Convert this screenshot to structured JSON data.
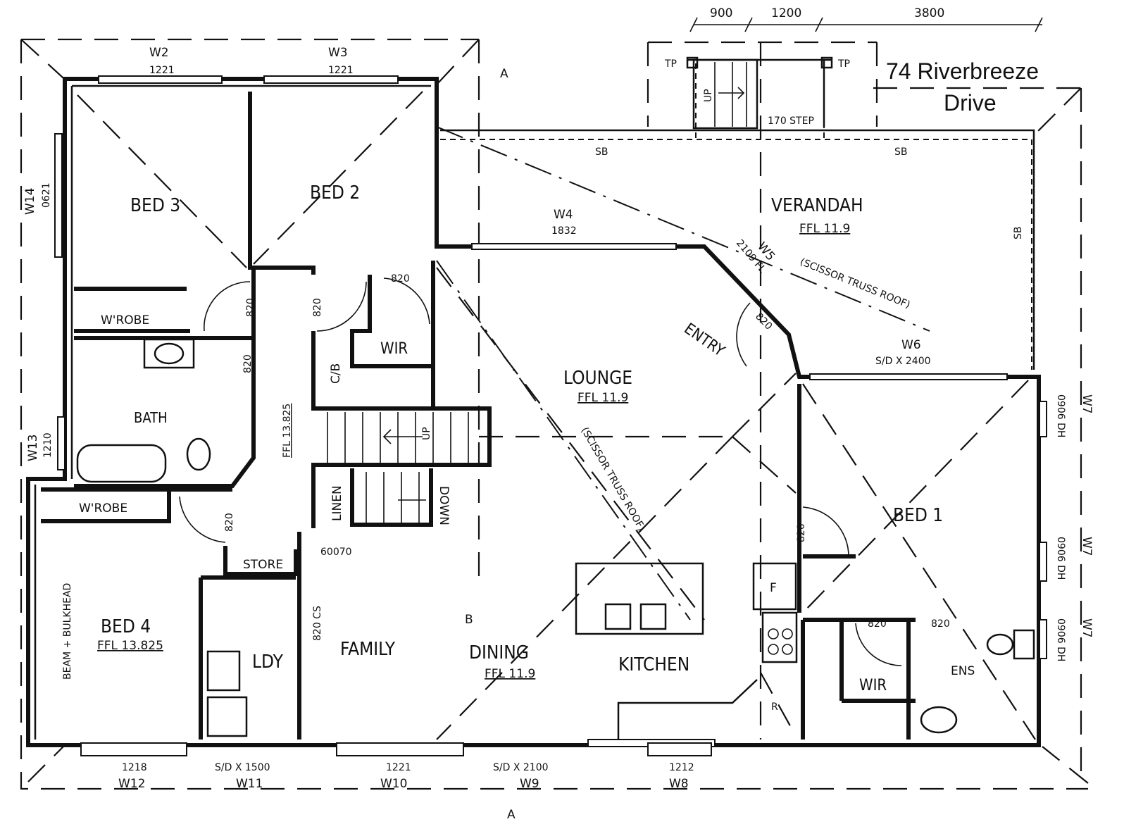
{
  "title": {
    "line1": "74 Riverbreeze",
    "line2": "Drive"
  },
  "dimensions": [
    "900",
    "1200",
    "3800"
  ],
  "rooms": {
    "bed3": "BED 3",
    "bed2": "BED 2",
    "bed1": "BED 1",
    "bed4": "BED 4",
    "bed4_ffl": "FFL 13.825",
    "bath": "BATH",
    "wrobe_top": "W'ROBE",
    "wrobe_bed4": "W'ROBE",
    "wir_top": "WIR",
    "wir_bed1": "WIR",
    "ens": "ENS",
    "lounge": "LOUNGE",
    "lounge_ffl": "FFL 11.9",
    "entry": "ENTRY",
    "verandah": "VERANDAH",
    "verandah_ffl": "FFL 11.9",
    "family": "FAMILY",
    "dining": "DINING",
    "dining_ffl": "FFL 11.9",
    "kitchen": "KITCHEN",
    "ldy": "LDY",
    "store": "STORE",
    "linen": "LINEN",
    "cb": "C/B",
    "hall_ffl": "FFL 13.825"
  },
  "windows": {
    "w2": {
      "id": "W2",
      "size": "1221"
    },
    "w3": {
      "id": "W3",
      "size": "1221"
    },
    "w4": {
      "id": "W4",
      "size": "1832"
    },
    "w5": {
      "id": "W5",
      "size": "2109 FL"
    },
    "w6": {
      "id": "W6",
      "size": "S/D X 2400"
    },
    "w7a": {
      "id": "W7",
      "size": "0906 DH"
    },
    "w7b": {
      "id": "W7",
      "size": "0906 DH"
    },
    "w7c": {
      "id": "W7",
      "size": "0906 DH"
    },
    "w8": {
      "id": "W8",
      "size": "1212"
    },
    "w9": {
      "id": "W9",
      "size": "S/D X 2100"
    },
    "w10": {
      "id": "W10",
      "size": "1221"
    },
    "w11": {
      "id": "W11",
      "size": "S/D X 1500"
    },
    "w12": {
      "id": "W12",
      "size": "1218"
    },
    "w13": {
      "id": "W13",
      "size": "1210"
    },
    "w14": {
      "id": "W14",
      "size": "0621"
    }
  },
  "annotations": {
    "door": "820",
    "door_cs": "820 CS",
    "step": "170 STEP",
    "sb": "SB",
    "tp": "TP",
    "up": "UP",
    "down": "DOWN",
    "scissor": "(SCISSOR TRUSS ROOF)",
    "beam": "BEAM + BULKHEAD",
    "opening": "60070",
    "fridge": "F",
    "range": "R",
    "section_a": "A",
    "section_b": "B"
  }
}
